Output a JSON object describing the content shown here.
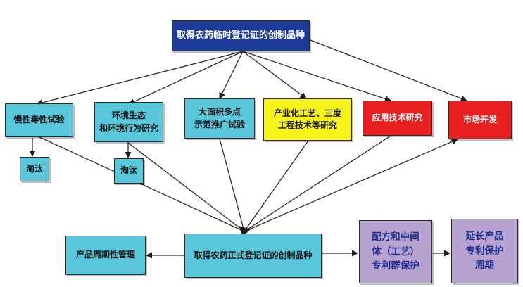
{
  "colors": {
    "top": "#1c3a98",
    "research": "#5ac6da",
    "industrial": "#f6f21a",
    "red": "#e81f20",
    "protection": "#b8a3d0",
    "line": "#2b2b2b"
  },
  "nodes": {
    "top": "取得农药临时登记证的创制品种",
    "chronic_toxicity": "慢性毒性试验",
    "eliminate_1": "淘汰",
    "environment": "环境生态\n和环境行为研究",
    "eliminate_2": "淘汰",
    "field_trial": "大面积多点\n示范推广试验",
    "industrial": "产业化工艺、三度\n工程技术等研究",
    "application": "应用技术研究",
    "market": "市场开发",
    "formal": "取得农药正式登记证的创制品种",
    "lifecycle": "产品周期性管理",
    "patent_group": "配方和中间\n体（工艺）\n专利群保护",
    "extend_patent": "延长产品\n专利保护\n周期"
  }
}
